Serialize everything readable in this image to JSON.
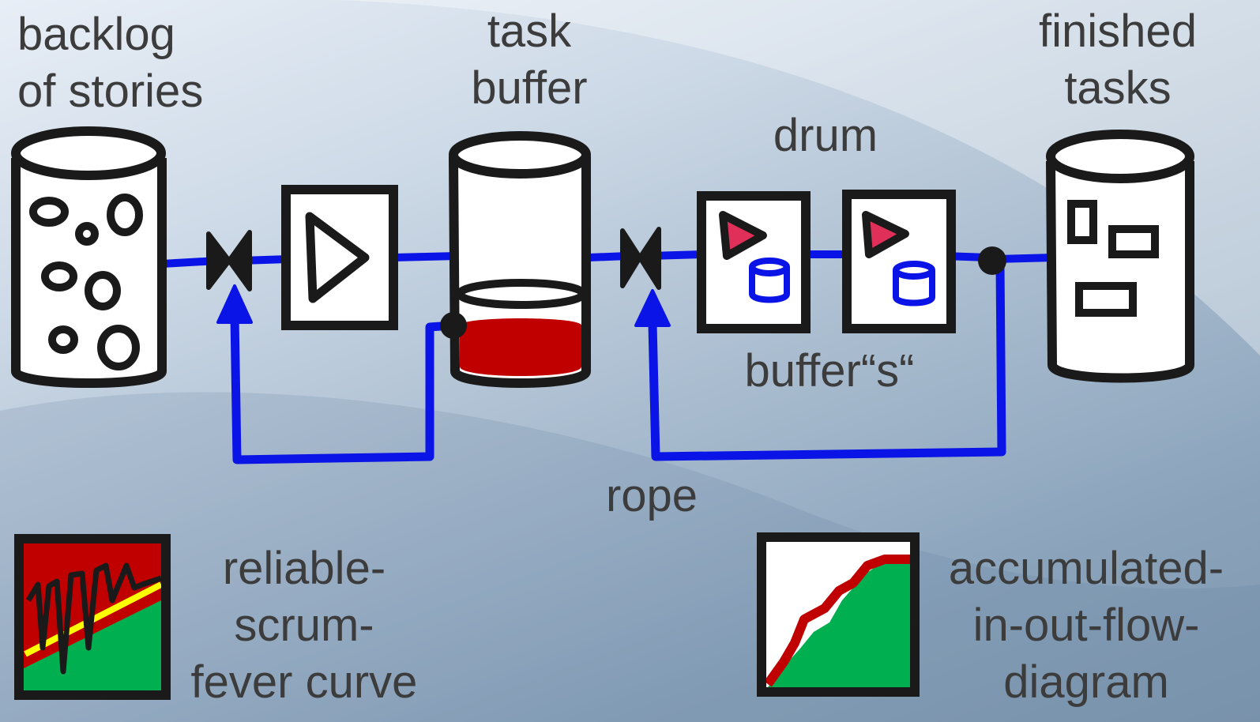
{
  "labels": {
    "backlog": "backlog\nof stories",
    "task_buffer": "task\nbuffer",
    "drum": "drum",
    "finished": "finished\ntasks",
    "buffers": "buffer“s“",
    "rope": "rope",
    "fever_curve": "reliable-\nscrum-\nfever curve",
    "flow_diagram": "accumulated-\nin-out-flow-\ndiagram"
  },
  "colors": {
    "outline": "#1a1a1a",
    "rope_line": "#0a14e6",
    "fill_red": "#c00000",
    "fill_green": "#00b050",
    "marker_yellow": "#ffff00",
    "play_red": "#e0305a",
    "box_fill": "#ffffff"
  },
  "icons": [
    "backlog-cylinder-icon",
    "valve-icon",
    "play-icon",
    "buffer-cylinder-icon",
    "drum-station-icon",
    "finished-cylinder-icon",
    "fever-chart-icon",
    "flow-chart-icon"
  ]
}
